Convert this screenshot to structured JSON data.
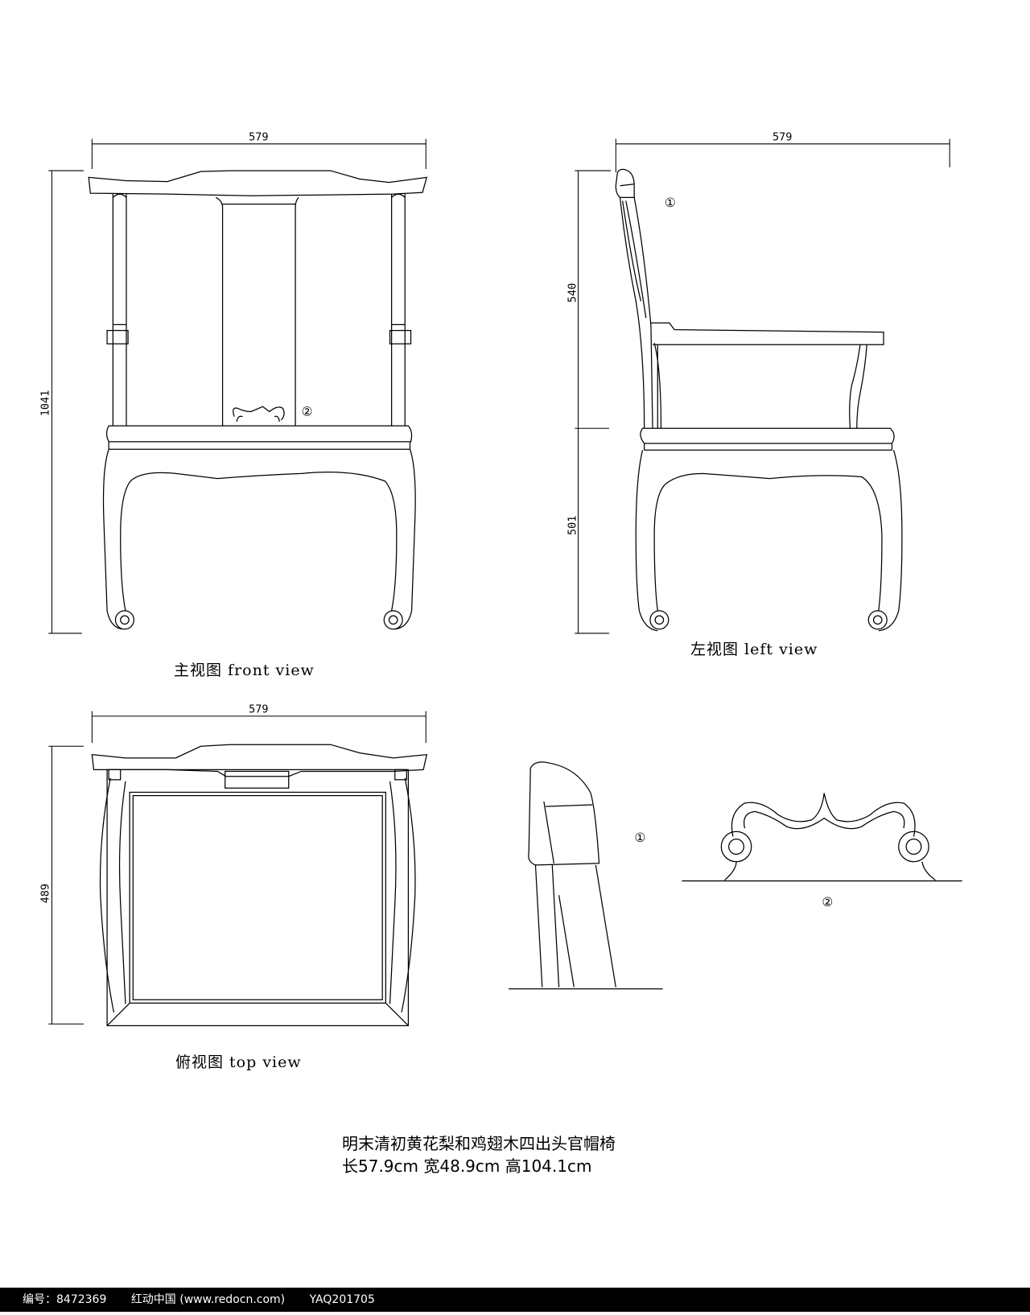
{
  "drawing": {
    "title_cn": "明末清初黄花梨和鸡翅木四出头官帽椅",
    "dimensions_line": "长57.9cm 宽48.9cm 高104.1cm",
    "views": {
      "front": {
        "caption": "主视图  front view",
        "width_dim": "579",
        "height_dim": "1041",
        "callout": "②"
      },
      "left": {
        "caption": "左视图   left view",
        "width_dim": "579",
        "upper_height_dim": "540",
        "lower_height_dim": "501",
        "callout": "①"
      },
      "top": {
        "caption": "俯视图   top view",
        "width_dim": "579",
        "depth_dim": "489"
      },
      "detail_1": {
        "callout": "①"
      },
      "detail_2": {
        "callout": "②"
      }
    }
  },
  "footer": {
    "id_label": "编号：8472369",
    "site_label": "红动中国 (www.redocn.com)",
    "code": "YAQ201705"
  },
  "colors": {
    "line": "#000000",
    "background": "#ffffff",
    "footer_bg": "#000000",
    "footer_text": "#ffffff"
  }
}
